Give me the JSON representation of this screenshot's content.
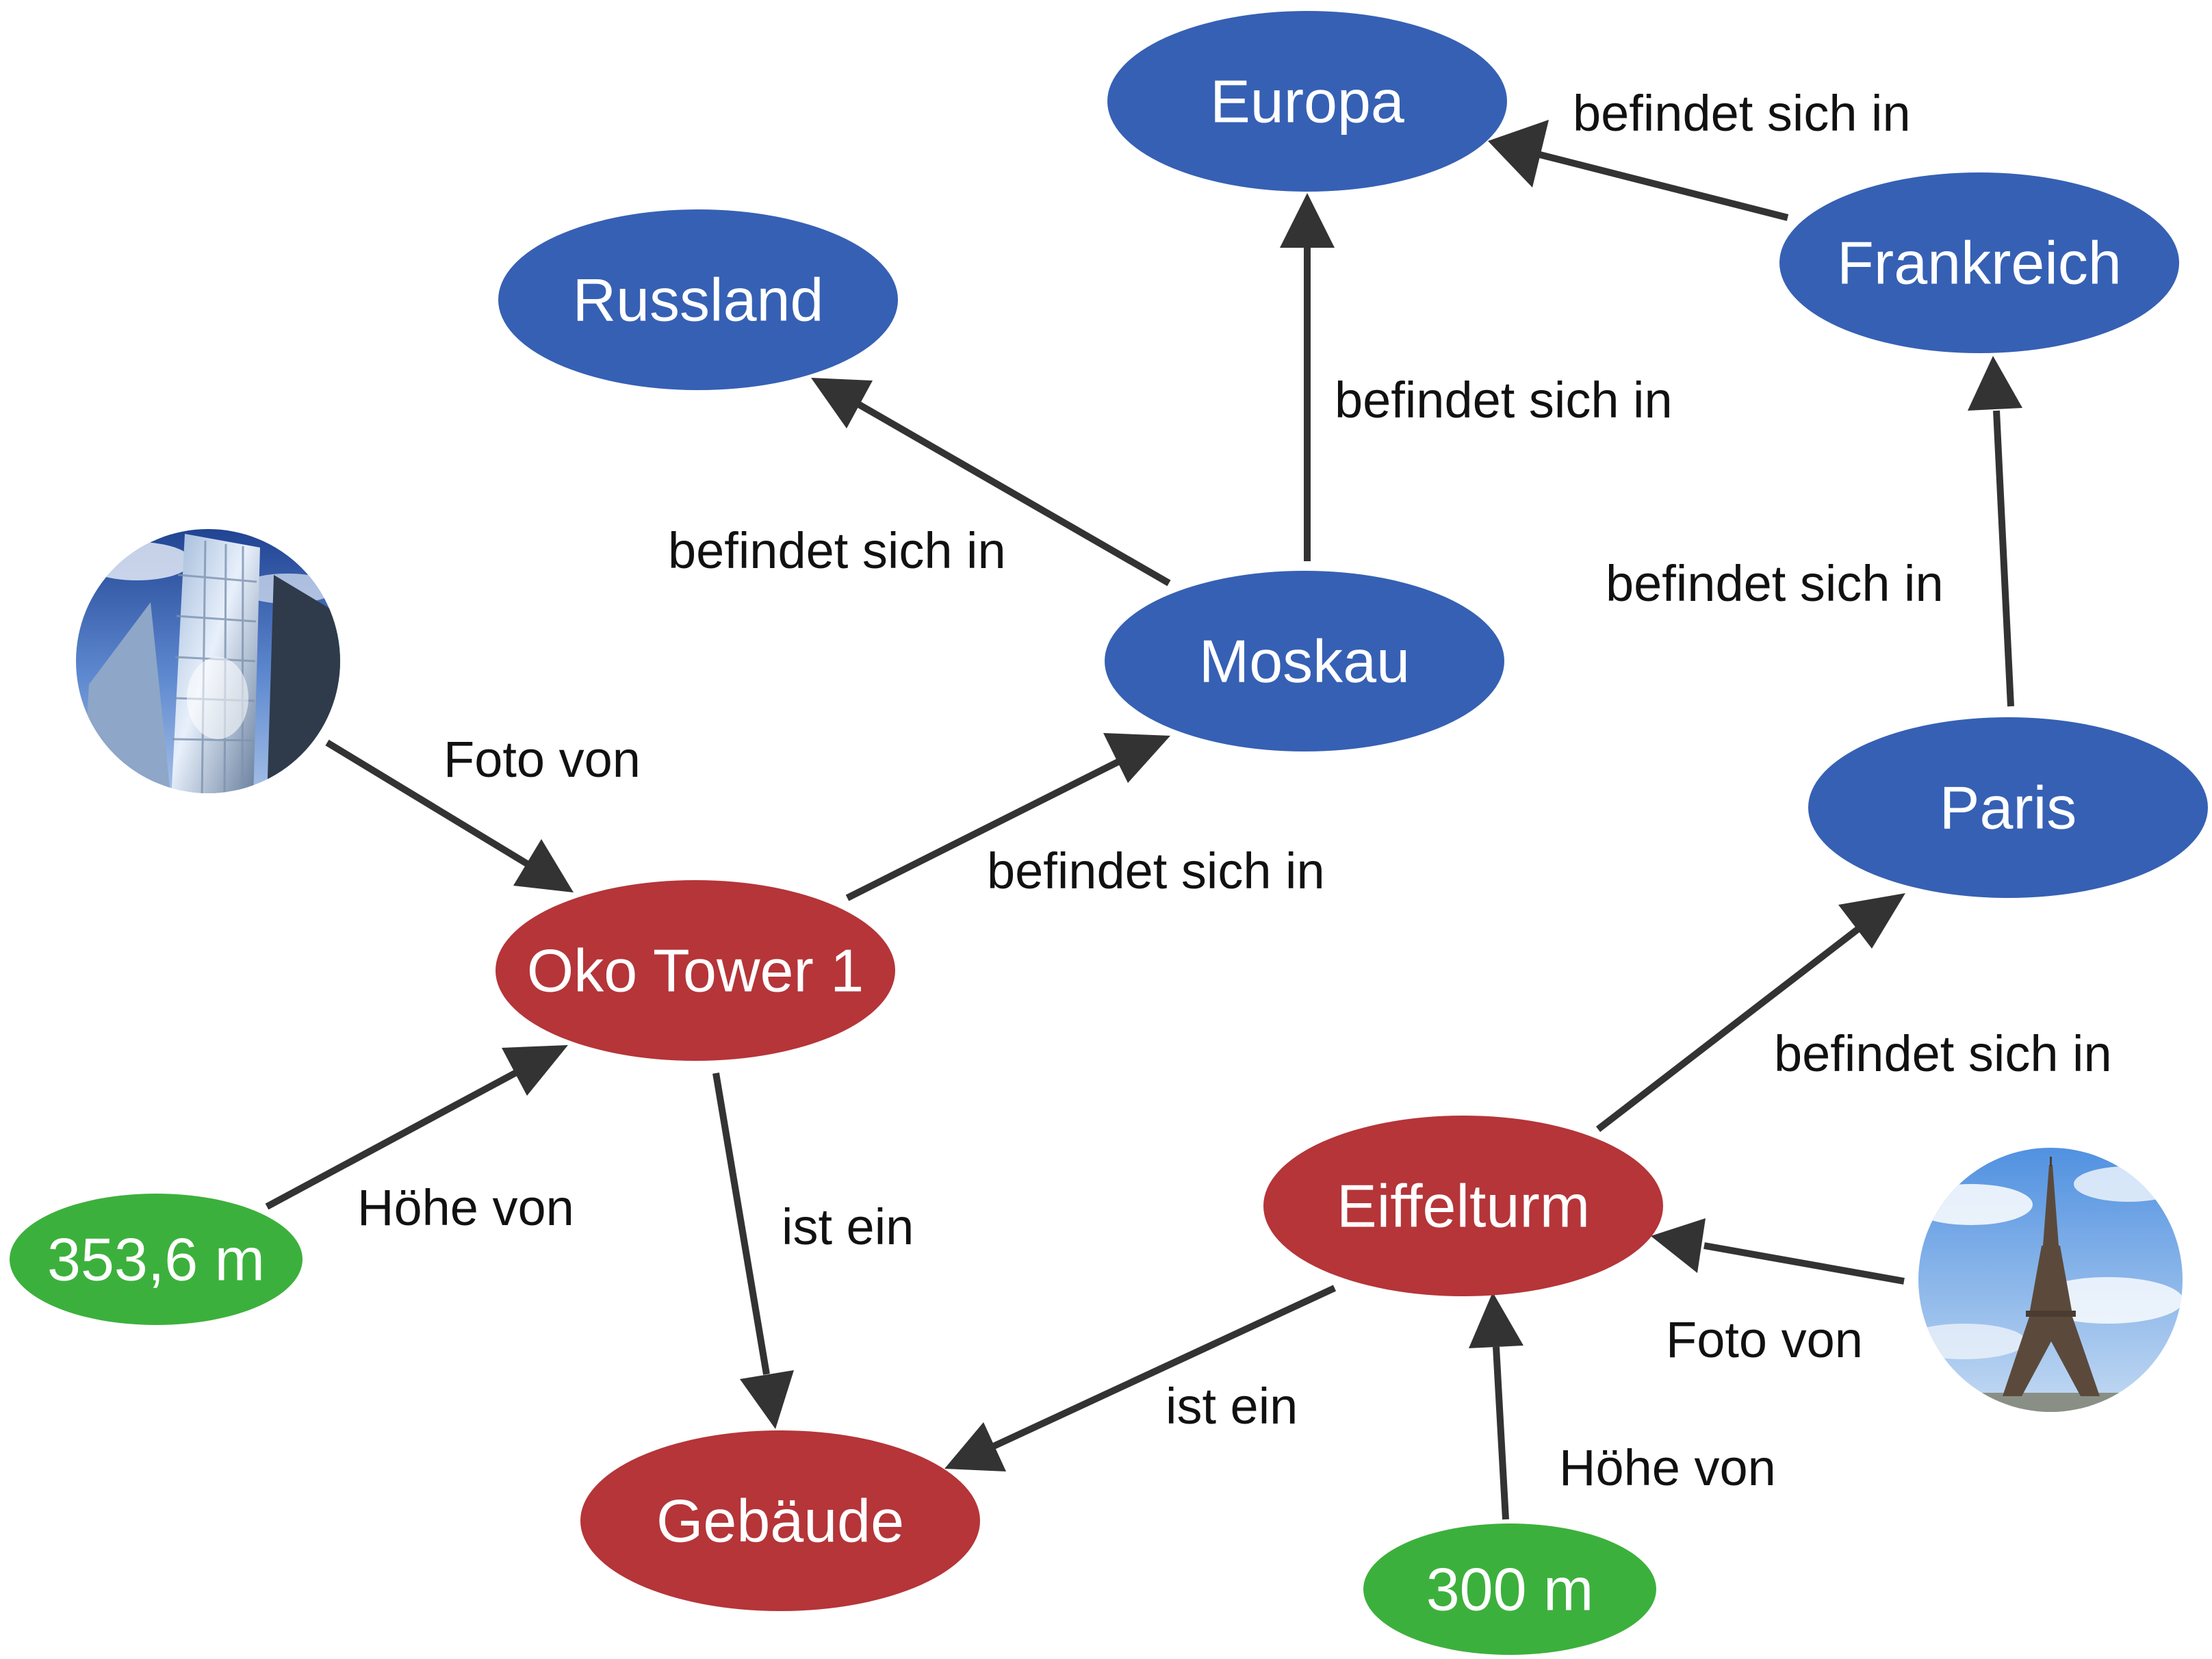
{
  "colors": {
    "place": "#3660b4",
    "building": "#b53539",
    "value": "#3cb03c",
    "edge": "#333333"
  },
  "nodes": {
    "europa": {
      "label": "Europa",
      "kind": "place"
    },
    "russland": {
      "label": "Russland",
      "kind": "place"
    },
    "frankreich": {
      "label": "Frankreich",
      "kind": "place"
    },
    "moskau": {
      "label": "Moskau",
      "kind": "place"
    },
    "paris": {
      "label": "Paris",
      "kind": "place"
    },
    "oko_tower": {
      "label": "Oko Tower 1",
      "kind": "building"
    },
    "eiffelturm": {
      "label": "Eiffelturm",
      "kind": "building"
    },
    "gebaeude": {
      "label": "Gebäude",
      "kind": "building"
    },
    "hoehe_oko": {
      "label": "353,6 m",
      "kind": "value"
    },
    "hoehe_eiffel": {
      "label": "300 m",
      "kind": "value"
    },
    "foto_oko": {
      "kind": "photo",
      "icon": "skyscraper-photo"
    },
    "foto_eiffel": {
      "kind": "photo",
      "icon": "eiffel-tower-photo"
    }
  },
  "edges": [
    {
      "from": "frankreich",
      "to": "europa",
      "label": "befindet sich in"
    },
    {
      "from": "moskau",
      "to": "europa",
      "label": "befindet sich in"
    },
    {
      "from": "moskau",
      "to": "russland",
      "label": "befindet sich in"
    },
    {
      "from": "paris",
      "to": "frankreich",
      "label": "befindet sich in"
    },
    {
      "from": "oko_tower",
      "to": "moskau",
      "label": "befindet sich in"
    },
    {
      "from": "eiffelturm",
      "to": "paris",
      "label": "befindet sich in"
    },
    {
      "from": "foto_oko",
      "to": "oko_tower",
      "label": "Foto von"
    },
    {
      "from": "foto_eiffel",
      "to": "eiffelturm",
      "label": "Foto von"
    },
    {
      "from": "hoehe_oko",
      "to": "oko_tower",
      "label": "Höhe von"
    },
    {
      "from": "hoehe_eiffel",
      "to": "eiffelturm",
      "label": "Höhe von"
    },
    {
      "from": "oko_tower",
      "to": "gebaeude",
      "label": "ist ein"
    },
    {
      "from": "eiffelturm",
      "to": "gebaeude",
      "label": "ist ein"
    }
  ]
}
